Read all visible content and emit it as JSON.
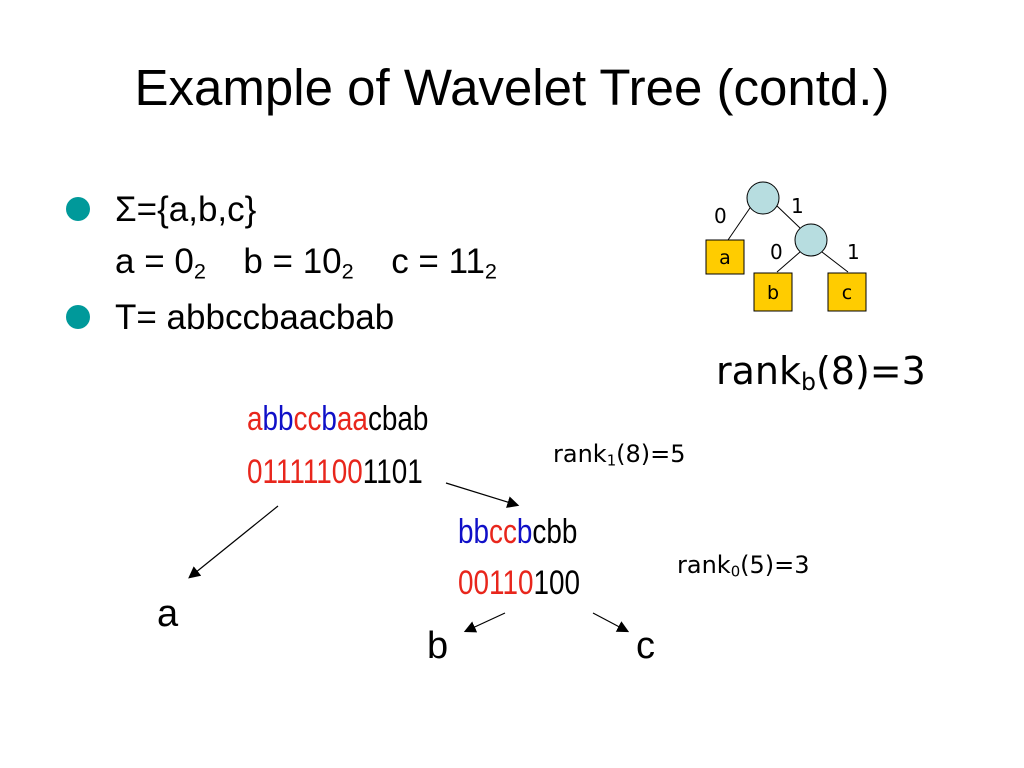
{
  "slide": {
    "title": "Example of Wavelet Tree (contd.)",
    "bullets": {
      "alphabet": "Σ={a,b,c}",
      "codes": [
        {
          "sym": "a = 0",
          "sub": "2"
        },
        {
          "sym": "b = 10",
          "sub": "2"
        },
        {
          "sym": "c = 11",
          "sub": "2"
        }
      ],
      "text": "T= abbccbaacbab"
    },
    "mini_tree": {
      "root_left_edge": "0",
      "root_right_edge": "1",
      "child_left_edge": "0",
      "child_right_edge": "1",
      "leaf_a": "a",
      "leaf_b": "b",
      "leaf_c": "c",
      "node_color": "#b7dde0",
      "leaf_color": "#ffcc00"
    },
    "rank_b": {
      "pre": "rank",
      "sub": "b",
      "post": "(8)=3"
    },
    "root_level": {
      "seq_colored": [
        {
          "t": "a",
          "c": "red"
        },
        {
          "t": "bb",
          "c": "blue"
        },
        {
          "t": "cc",
          "c": "red"
        },
        {
          "t": "b",
          "c": "blue"
        },
        {
          "t": "aa",
          "c": "red"
        },
        {
          "t": "cbab",
          "c": "black"
        }
      ],
      "bits_colored": [
        {
          "t": "01111100",
          "c": "red"
        },
        {
          "t": "1101",
          "c": "black"
        }
      ]
    },
    "rank_1": {
      "pre": "rank",
      "sub": "1",
      "post": "(8)=5"
    },
    "second_level": {
      "seq_colored": [
        {
          "t": "bb",
          "c": "blue"
        },
        {
          "t": "cc",
          "c": "red"
        },
        {
          "t": "b",
          "c": "blue"
        },
        {
          "t": "cbb",
          "c": "black"
        }
      ],
      "bits_colored": [
        {
          "t": "00110",
          "c": "red"
        },
        {
          "t": "100",
          "c": "black"
        }
      ]
    },
    "rank_0": {
      "pre": "rank",
      "sub": "0",
      "post": "(5)=3"
    },
    "leaves": {
      "a": "a",
      "b": "b",
      "c": "c"
    },
    "colors": {
      "red": "#e8261c",
      "blue": "#1010c8",
      "black": "#000000",
      "bullet": "#00999a"
    }
  }
}
